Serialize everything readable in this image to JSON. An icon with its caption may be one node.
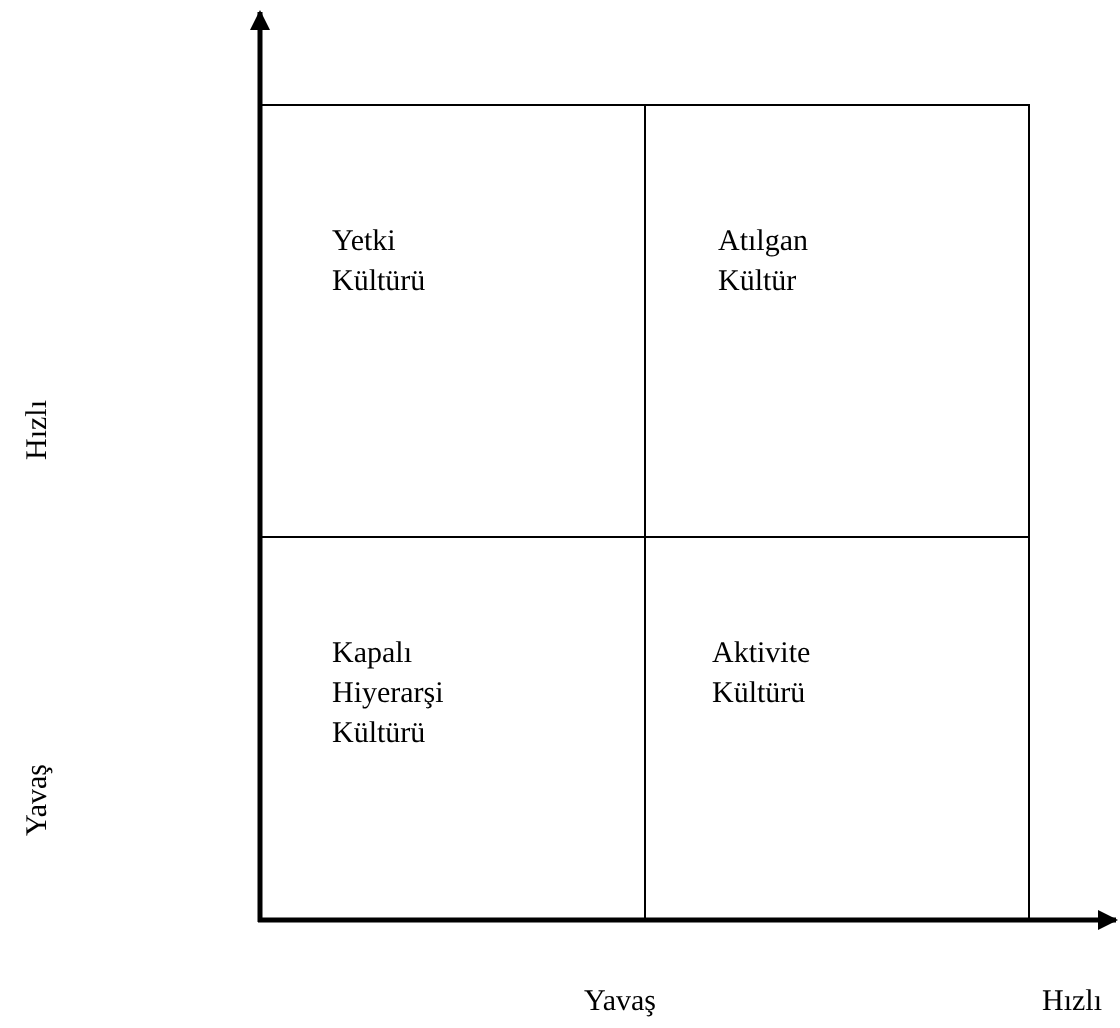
{
  "diagram": {
    "nodes": [
      {
        "text": [
          "Yetki Kültürü"
        ]
      },
      {
        "text": [
          "Atılgan Kültür"
        ]
      },
      {
        "text": [
          "Kapalı Hiyerarşi Kültürü"
        ]
      },
      {
        "text": [
          "Aktivite Kültürü"
        ]
      }
    ],
    "labels": [
      "Hızlı",
      "Yavaş",
      "Yavaş",
      "Hızlı"
    ]
  }
}
